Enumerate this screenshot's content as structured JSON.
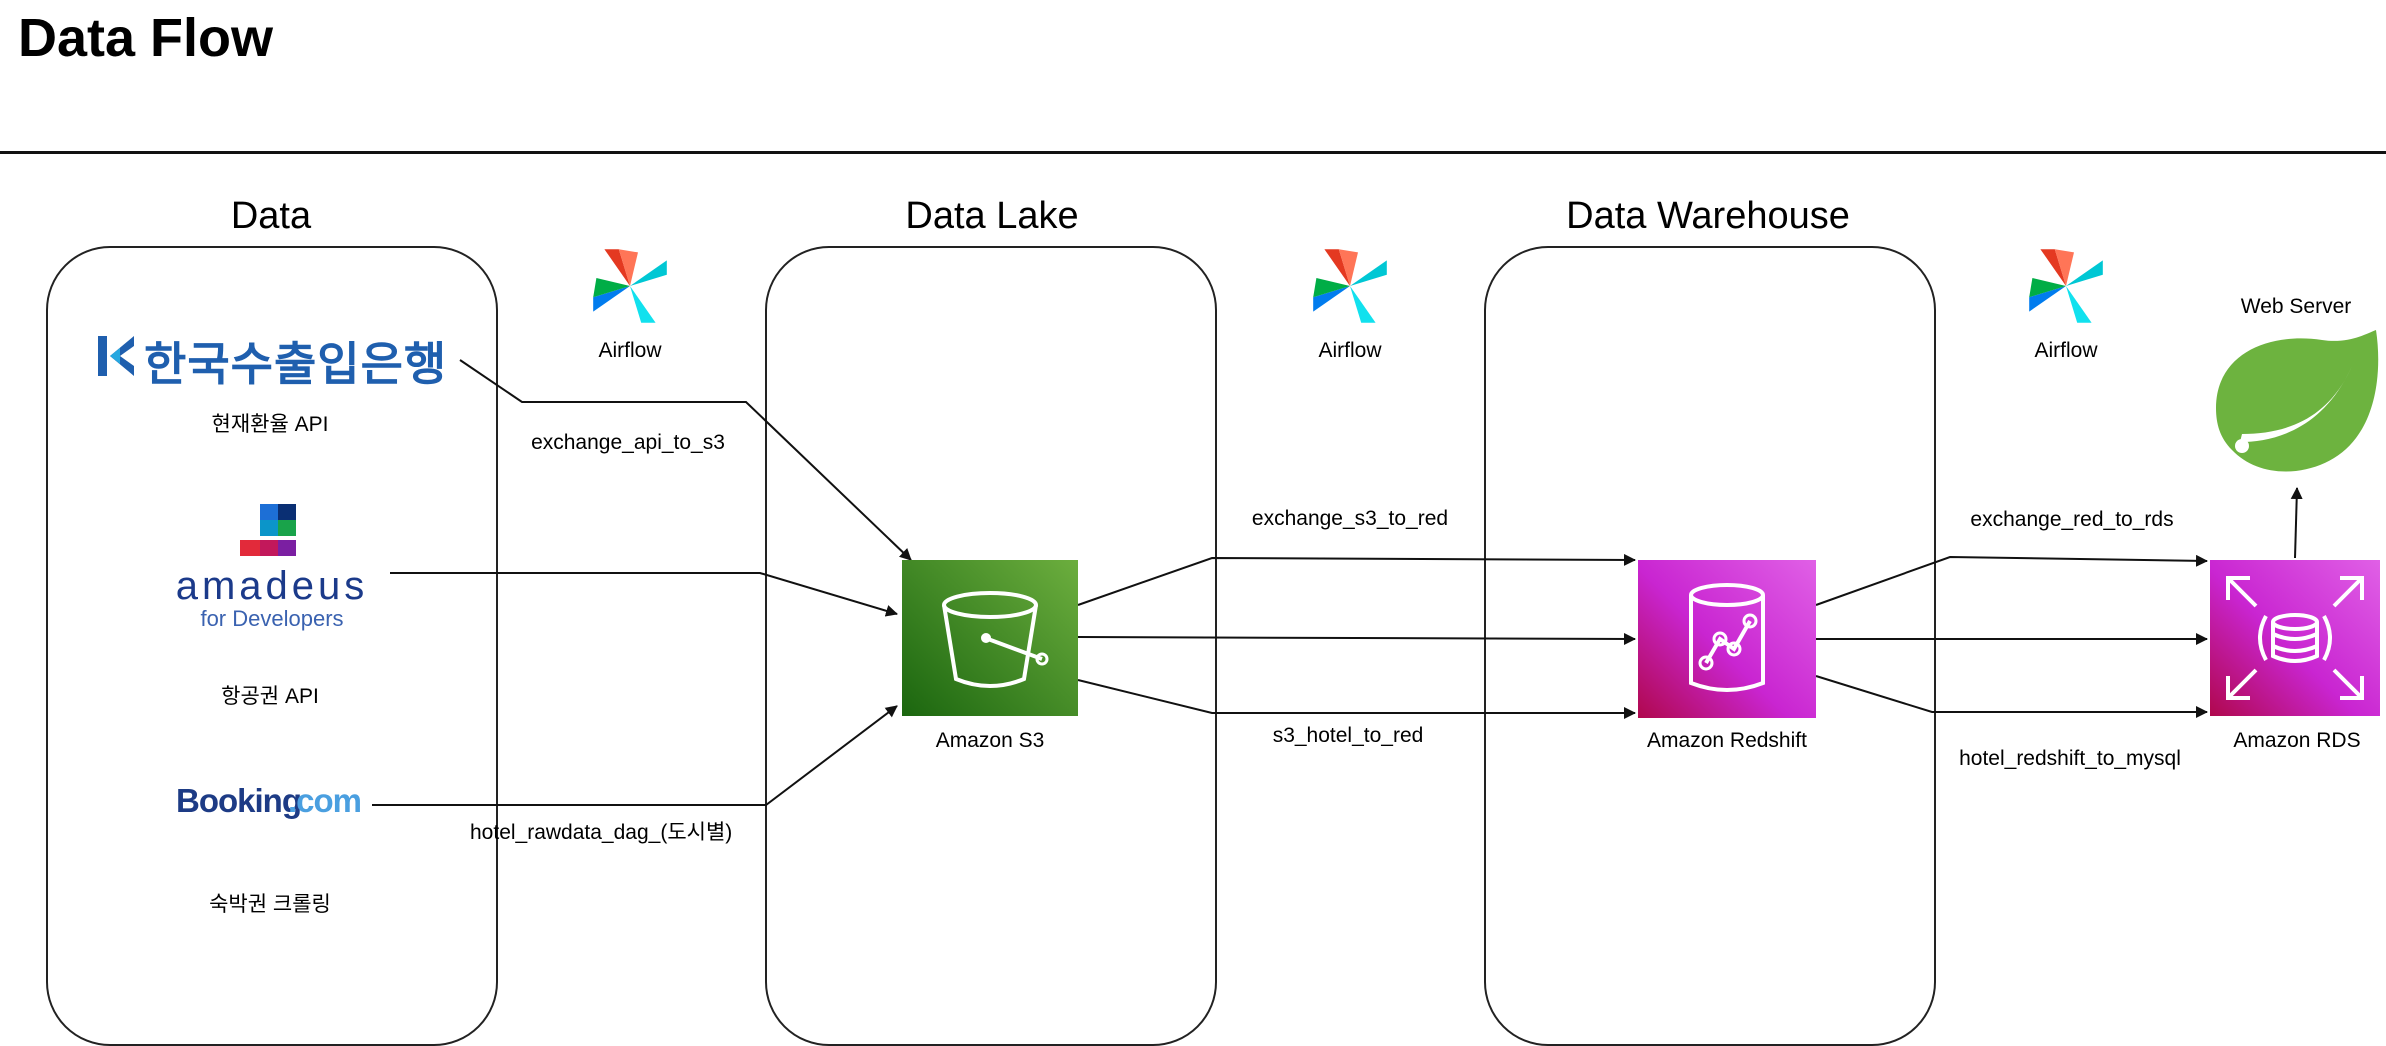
{
  "page": {
    "title": "Data Flow"
  },
  "sections": {
    "data": "Data",
    "lake": "Data Lake",
    "warehouse": "Data Warehouse"
  },
  "sources": {
    "koreaexim": {
      "logo_text": "한국수출입은행",
      "caption": "현재환율 API"
    },
    "amadeus": {
      "logo_main": "amadeus",
      "logo_sub": "for Developers",
      "caption": "항공권 API"
    },
    "booking": {
      "logo_main": "Booking",
      "logo_dot": ".com",
      "caption": "숙박권 크롤링"
    }
  },
  "airflow": {
    "label": "Airflow"
  },
  "services": {
    "s3": "Amazon S3",
    "redshift": "Amazon Redshift",
    "rds": "Amazon RDS",
    "web": "Web Server"
  },
  "edges": {
    "exchange_api_to_s3": "exchange_api_to_s3",
    "hotel_rawdata": "hotel_rawdata_dag_(도시별)",
    "exchange_s3_to_red": "exchange_s3_to_red",
    "s3_hotel_to_red": "s3_hotel_to_red",
    "exchange_red_to_rds": "exchange_red_to_rds",
    "hotel_redshift_to_mysql": "hotel_redshift_to_mysql"
  },
  "colors": {
    "s3": "#3f8624",
    "redshift": "#c925d1",
    "rds": "#c925d1",
    "spring": "#6db33f",
    "koreaexim_blue": "#1f5fae",
    "amadeus_blue": "#1b3a8a",
    "booking_blue": "#1d3b85",
    "booking_light": "#4a9fe0"
  }
}
